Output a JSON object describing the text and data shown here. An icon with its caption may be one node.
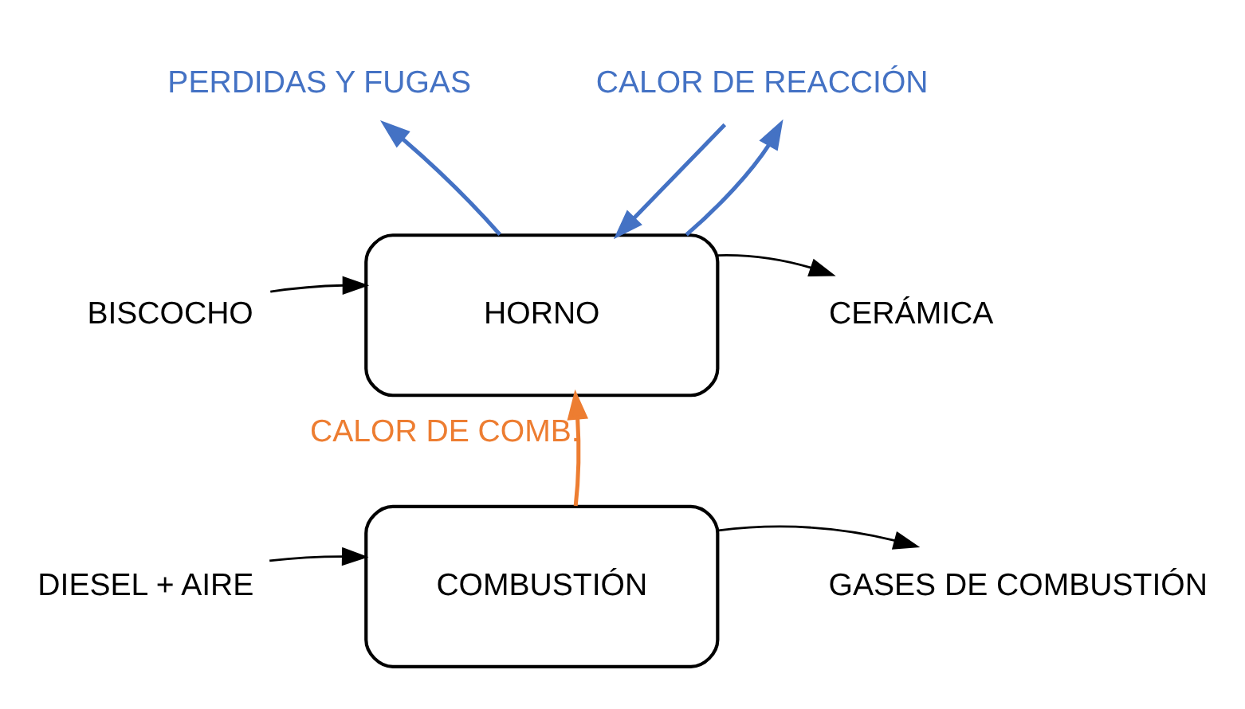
{
  "diagram": {
    "nodes": [
      {
        "text": [
          "HORNO"
        ]
      },
      {
        "text": [
          "COMBUSTIÓN"
        ]
      },
      {
        "text": [
          "BISCOCHO"
        ]
      },
      {
        "text": [
          "CERÁMICA"
        ]
      },
      {
        "text": [
          "DIESEL + AIRE"
        ]
      },
      {
        "text": [
          "GASES DE COMBUSTIÓN"
        ]
      },
      {
        "text": [
          "PERDIDAS Y FUGAS"
        ]
      },
      {
        "text": [
          "CALOR DE REACCIÓN"
        ]
      }
    ],
    "edges": [
      {
        "from": 2,
        "to": 0,
        "arrow": "to"
      },
      {
        "from": 0,
        "to": 3,
        "arrow": "to"
      },
      {
        "from": 0,
        "to": 6,
        "arrow": "to",
        "color": "#4472c4"
      },
      {
        "from": 7,
        "to": 0,
        "arrow": "to",
        "color": "#4472c4"
      },
      {
        "from": 0,
        "to": 7,
        "arrow": "to",
        "color": "#4472c4"
      },
      {
        "from": 1,
        "to": 0,
        "arrow": "to",
        "label": "CALOR DE COMB.",
        "color": "#ed7d31"
      },
      {
        "from": 4,
        "to": 1,
        "arrow": "to"
      },
      {
        "from": 1,
        "to": 5,
        "arrow": "to"
      }
    ]
  }
}
